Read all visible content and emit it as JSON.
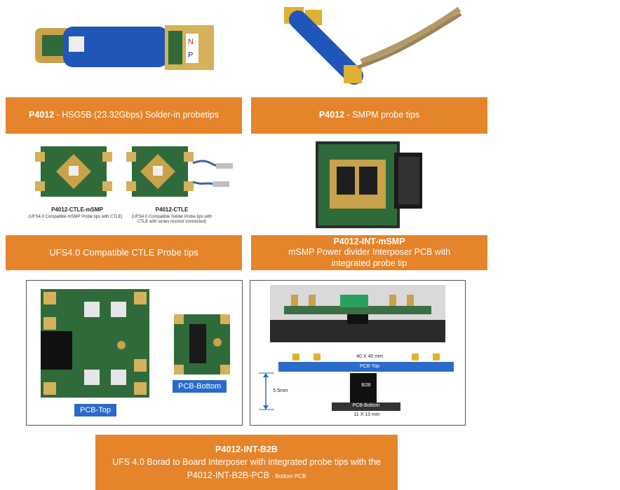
{
  "sections": {
    "probe_solder": {
      "code": "P4012",
      "text": "- HSG5B (23.32Gbps) Solder-in probetips"
    },
    "probe_smpm": {
      "code": "P4012",
      "text": "- SMPM probe tips"
    },
    "ctle": {
      "banner": "UFS4.0 Compatible CTLE Probe tips",
      "left_label": "P4012-CTLE-mSMP",
      "left_sub": "(UFS4.0 Compatible mSMP Probe tips with CTLE)",
      "right_label": "P4012-CTLE",
      "right_sub": "(UFS4.0 Compatible Solder Probe tips with CTLE with series resistor connected)"
    },
    "interposer": {
      "title": "P4012-INT-mSMP",
      "line1": "mSMP Power divider Interposer PCB with",
      "line2": "integrated probe tip"
    },
    "b2b": {
      "pcb_top_tag": "PCB-Top",
      "pcb_bottom_tag": "PCB-Bottom",
      "diagram": {
        "top_dim": "40 X 40 mm",
        "top_label": "PCB-Top",
        "mid_label": "B2B",
        "bottom_label": "PCB-Bottom",
        "bottom_dim": "11 X 13 mm",
        "height_dim": "5.5mm"
      },
      "title": "P4012-INT-B2B",
      "line1": "UFS 4.0 Borad to Board Interposer with integrated probe tips with the",
      "line2": "P4012-INT-B2B-PCB",
      "line2_suffix": "- Bottom PCB"
    }
  },
  "colors": {
    "banner": "#e5842a",
    "tag": "#2a6ac8",
    "pcb_green": "#2f6b3a",
    "blue_sleeve": "#1f56b8"
  }
}
